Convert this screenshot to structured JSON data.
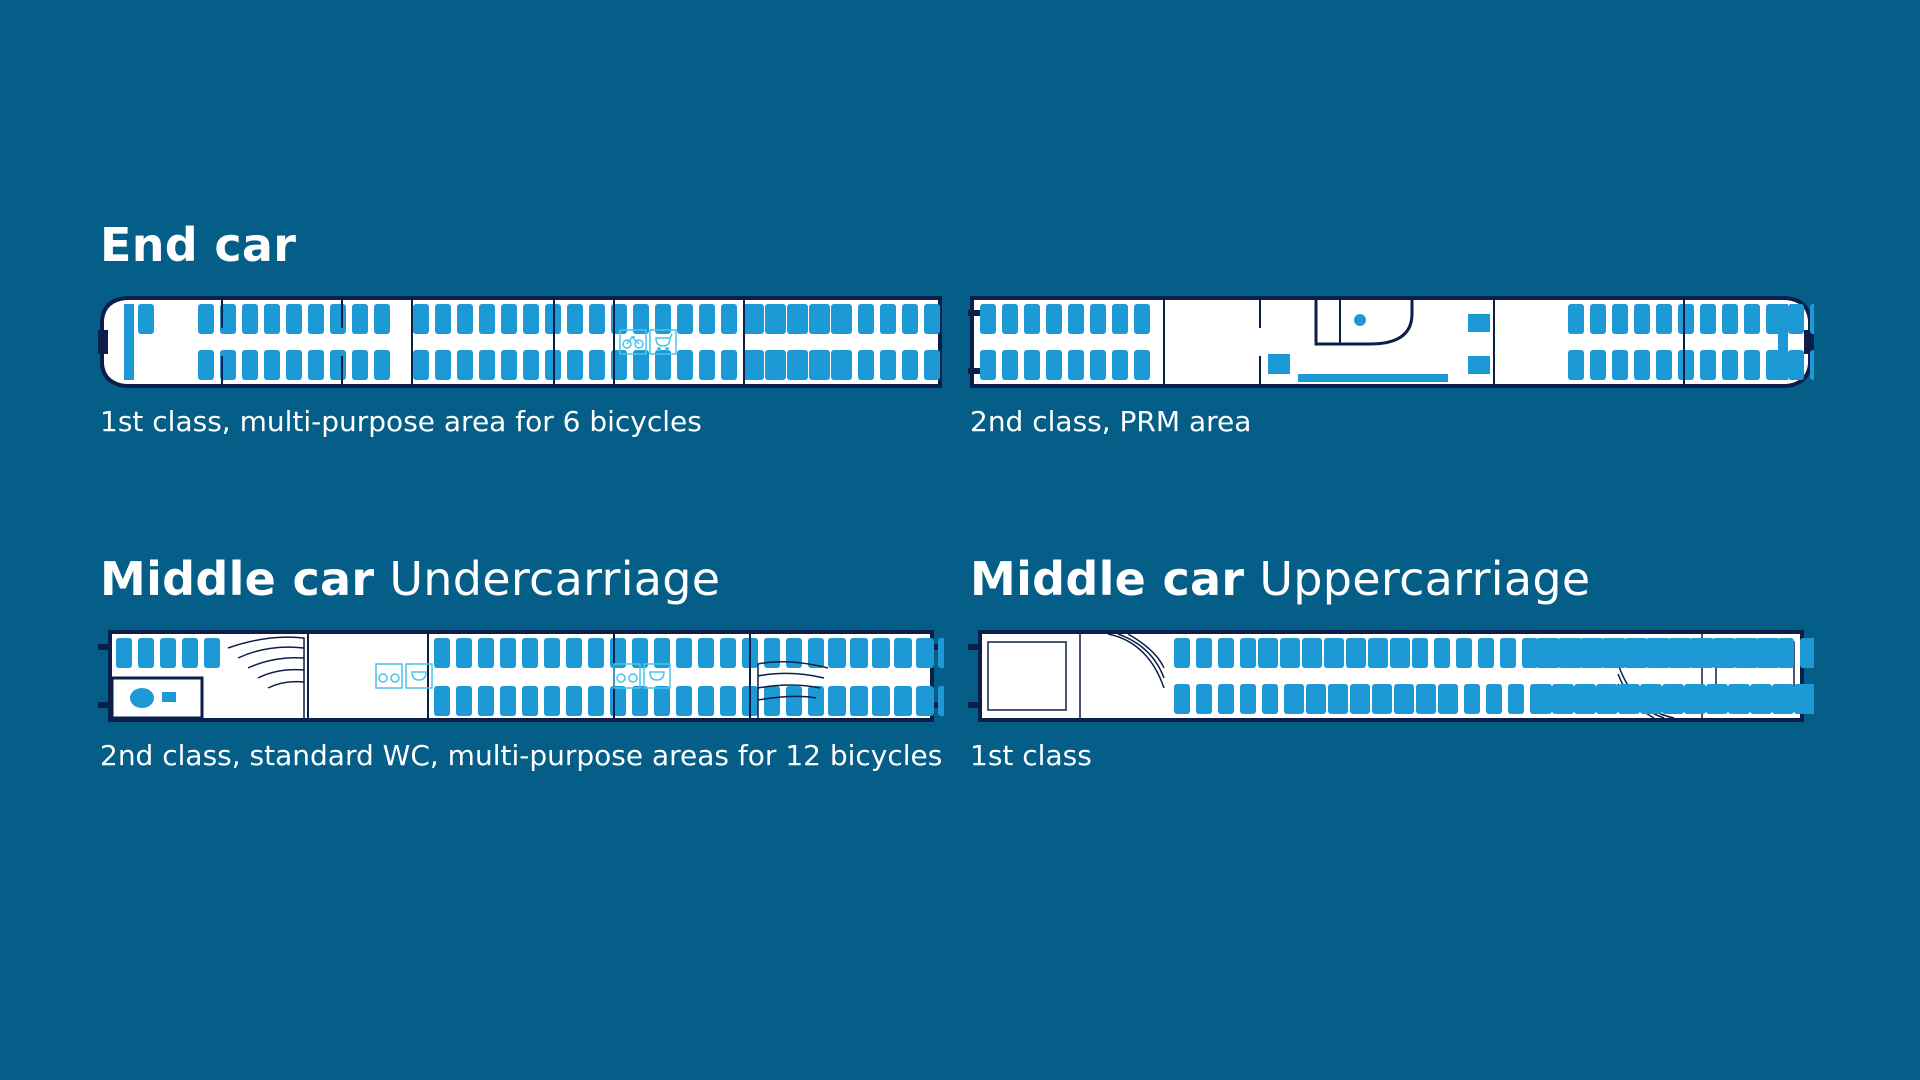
{
  "titles": {
    "end_car": {
      "bold": "End car",
      "light": ""
    },
    "middle_under": {
      "bold": "Middle car",
      "light": "Undercarriage"
    },
    "middle_upper": {
      "bold": "Middle car",
      "light": "Uppercarriage"
    }
  },
  "captions": {
    "end_car_first_class": "1st class, multi-purpose area for 6 bicycles",
    "end_car_second_class": "2nd class, PRM area",
    "middle_under": "2nd class, standard WC, multi-purpose areas for 12 bicycles",
    "middle_upper": "1st class"
  },
  "colors": {
    "background": "#055e87",
    "car_outline": "#0b1f4a",
    "car_floor": "#ffffff",
    "seat": "#1d9ad6",
    "icon": "#4cc3e8"
  },
  "icons": [
    "bicycle-icon",
    "stroller-icon",
    "wheelchair-icon",
    "wc-icon",
    "staircase-icon"
  ]
}
